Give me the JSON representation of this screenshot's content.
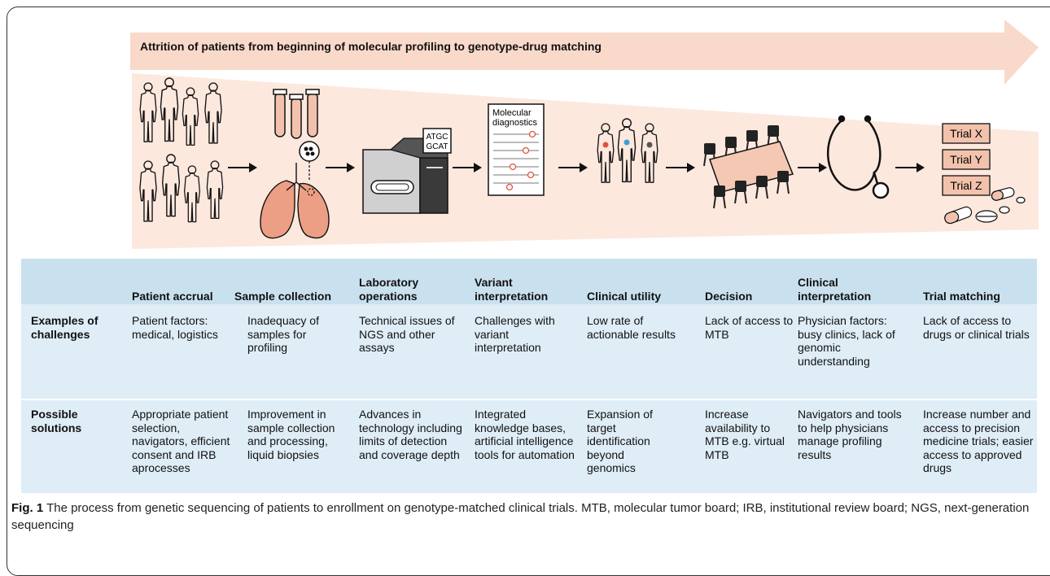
{
  "arrow_title": "Attrition of patients from beginning of molecular profiling to genotype-drug matching",
  "stages": {
    "sequencer": {
      "line1": "ATGC",
      "line2": "GCAT"
    },
    "report": {
      "line1": "Molecular",
      "line2": "diagnostics"
    },
    "trials": [
      "Trial X",
      "Trial Y",
      "Trial Z"
    ]
  },
  "table": {
    "columns": [
      "Patient accrual",
      "Sample collection",
      "Laboratory operations",
      "Variant interpretation",
      "Clinical utility",
      "Decision",
      "Clinical interpretation",
      "Trial matching"
    ],
    "rows": [
      {
        "label": "Examples of challenges",
        "cells": [
          "Patient factors: medical, logistics",
          "Inadequacy of samples for profiling",
          "Technical issues of NGS and other assays",
          "Challenges with variant interpretation",
          "Low rate of actionable results",
          "Lack of access to MTB",
          "Physician factors: busy clinics, lack of genomic understanding",
          "Lack of access to drugs or clinical trials"
        ]
      },
      {
        "label": "Possible solutions",
        "cells": [
          "Appropriate patient selection, navigators, efficient consent and IRB aprocesses",
          "Improvement in sample collection and processing, liquid biopsies",
          "Advances in technology including limits of detection and coverage depth",
          "Integrated knowledge bases, artificial intelligence tools for automation",
          "Expansion of target identification beyond genomics",
          "Increase availability to MTB e.g. virtual MTB",
          "Navigators and tools to help physicians manage profiling results",
          "Increase number and access to precision medicine trials; easier access to approved drugs"
        ]
      }
    ]
  },
  "caption": {
    "label": "Fig. 1",
    "text": "The process from genetic sequencing of patients to enrollment on genotype-matched clinical trials. MTB, molecular tumor board; IRB, institutional review board; NGS, next-generation sequencing"
  },
  "colors": {
    "arrow": "#f9d9c9",
    "wedge": "#fde8de",
    "organ": "#ec9f84",
    "table_header": "#c9e1ef",
    "table_row": "#deedf6",
    "marker": "#e0533c"
  }
}
